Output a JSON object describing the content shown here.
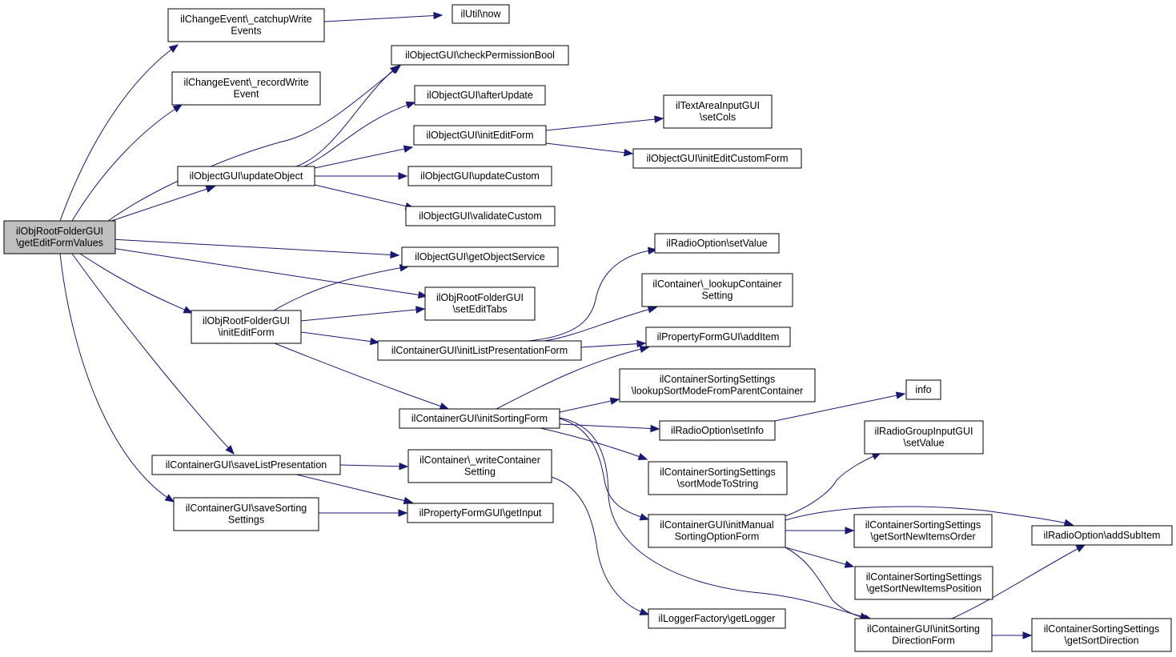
{
  "diagram": {
    "colors": {
      "edge": "#191970",
      "root_fill": "#bfbfbf",
      "node_fill": "#ffffff",
      "node_border": "#000000"
    },
    "nodes": [
      {
        "id": "root",
        "lines": [
          "ilObjRootFolderGUI",
          "\\getEditFormValues"
        ],
        "root": true
      },
      {
        "id": "catchup",
        "lines": [
          "ilChangeEvent\\_catchupWrite",
          "Events"
        ]
      },
      {
        "id": "now",
        "lines": [
          "ilUtil\\now"
        ]
      },
      {
        "id": "recordWrite",
        "lines": [
          "ilChangeEvent\\_recordWrite",
          "Event"
        ]
      },
      {
        "id": "checkPerm",
        "lines": [
          "ilObjectGUI\\checkPermissionBool"
        ]
      },
      {
        "id": "afterUpdate",
        "lines": [
          "ilObjectGUI\\afterUpdate"
        ]
      },
      {
        "id": "initEditFormObj",
        "lines": [
          "ilObjectGUI\\initEditForm"
        ]
      },
      {
        "id": "setCols",
        "lines": [
          "ilTextAreaInputGUI",
          "\\setCols"
        ]
      },
      {
        "id": "initEditCustomForm",
        "lines": [
          "ilObjectGUI\\initEditCustomForm"
        ]
      },
      {
        "id": "updateObject",
        "lines": [
          "ilObjectGUI\\updateObject"
        ]
      },
      {
        "id": "updateCustom",
        "lines": [
          "ilObjectGUI\\updateCustom"
        ]
      },
      {
        "id": "validateCustom",
        "lines": [
          "ilObjectGUI\\validateCustom"
        ]
      },
      {
        "id": "getObjectService",
        "lines": [
          "ilObjectGUI\\getObjectService"
        ]
      },
      {
        "id": "setEditTabs",
        "lines": [
          "ilObjRootFolderGUI",
          "\\setEditTabs"
        ]
      },
      {
        "id": "initEditFormRoot",
        "lines": [
          "ilObjRootFolderGUI",
          "\\initEditForm"
        ]
      },
      {
        "id": "radioSetValue",
        "lines": [
          "ilRadioOption\\setValue"
        ]
      },
      {
        "id": "lookupContainer",
        "lines": [
          "ilContainer\\_lookupContainer",
          "Setting"
        ]
      },
      {
        "id": "initListPres",
        "lines": [
          "ilContainerGUI\\initListPresentationForm"
        ]
      },
      {
        "id": "addItem",
        "lines": [
          "ilPropertyFormGUI\\addItem"
        ]
      },
      {
        "id": "lookupSortMode",
        "lines": [
          "ilContainerSortingSettings",
          "\\lookupSortModeFromParentContainer"
        ]
      },
      {
        "id": "info",
        "lines": [
          "info"
        ]
      },
      {
        "id": "initSortingForm",
        "lines": [
          "ilContainerGUI\\initSortingForm"
        ]
      },
      {
        "id": "setInfo",
        "lines": [
          "ilRadioOption\\setInfo"
        ]
      },
      {
        "id": "radioGroupSetValue",
        "lines": [
          "ilRadioGroupInputGUI",
          "\\setValue"
        ]
      },
      {
        "id": "saveListPres",
        "lines": [
          "ilContainerGUI\\saveListPresentation"
        ]
      },
      {
        "id": "writeContainer",
        "lines": [
          "ilContainer\\_writeContainer",
          "Setting"
        ]
      },
      {
        "id": "sortModeToString",
        "lines": [
          "ilContainerSortingSettings",
          "\\sortModeToString"
        ]
      },
      {
        "id": "saveSorting",
        "lines": [
          "ilContainerGUI\\saveSorting",
          "Settings"
        ]
      },
      {
        "id": "getInput",
        "lines": [
          "ilPropertyFormGUI\\getInput"
        ]
      },
      {
        "id": "initManual",
        "lines": [
          "ilContainerGUI\\initManual",
          "SortingOptionForm"
        ]
      },
      {
        "id": "getSortNewItemsOrder",
        "lines": [
          "ilContainerSortingSettings",
          "\\getSortNewItemsOrder"
        ]
      },
      {
        "id": "addSubItem",
        "lines": [
          "ilRadioOption\\addSubItem"
        ]
      },
      {
        "id": "getSortNewItemsPosition",
        "lines": [
          "ilContainerSortingSettings",
          "\\getSortNewItemsPosition"
        ]
      },
      {
        "id": "getLogger",
        "lines": [
          "ilLoggerFactory\\getLogger"
        ]
      },
      {
        "id": "initSortingDirection",
        "lines": [
          "ilContainerGUI\\initSorting",
          "DirectionForm"
        ]
      },
      {
        "id": "getSortDirection",
        "lines": [
          "ilContainerSortingSettings",
          "\\getSortDirection"
        ]
      }
    ],
    "edges": [
      [
        "root",
        "catchup"
      ],
      [
        "catchup",
        "now"
      ],
      [
        "root",
        "recordWrite"
      ],
      [
        "root",
        "checkPerm"
      ],
      [
        "root",
        "updateObject"
      ],
      [
        "updateObject",
        "checkPerm"
      ],
      [
        "updateObject",
        "afterUpdate"
      ],
      [
        "updateObject",
        "initEditFormObj"
      ],
      [
        "updateObject",
        "updateCustom"
      ],
      [
        "updateObject",
        "validateCustom"
      ],
      [
        "initEditFormObj",
        "setCols"
      ],
      [
        "initEditFormObj",
        "initEditCustomForm"
      ],
      [
        "root",
        "getObjectService"
      ],
      [
        "root",
        "setEditTabs"
      ],
      [
        "root",
        "initEditFormRoot"
      ],
      [
        "root",
        "saveListPres"
      ],
      [
        "root",
        "saveSorting"
      ],
      [
        "initEditFormRoot",
        "getObjectService"
      ],
      [
        "initEditFormRoot",
        "setEditTabs"
      ],
      [
        "initEditFormRoot",
        "initListPres"
      ],
      [
        "initEditFormRoot",
        "initSortingForm"
      ],
      [
        "initListPres",
        "radioSetValue"
      ],
      [
        "initListPres",
        "lookupContainer"
      ],
      [
        "initListPres",
        "addItem"
      ],
      [
        "initSortingForm",
        "addItem"
      ],
      [
        "initSortingForm",
        "lookupSortMode"
      ],
      [
        "initSortingForm",
        "setInfo"
      ],
      [
        "initSortingForm",
        "sortModeToString"
      ],
      [
        "initSortingForm",
        "initManual"
      ],
      [
        "initSortingForm",
        "initSortingDirection"
      ],
      [
        "setInfo",
        "info"
      ],
      [
        "saveListPres",
        "writeContainer"
      ],
      [
        "saveListPres",
        "getInput"
      ],
      [
        "saveSorting",
        "getInput"
      ],
      [
        "writeContainer",
        "getLogger"
      ],
      [
        "initManual",
        "radioGroupSetValue"
      ],
      [
        "initManual",
        "getSortNewItemsOrder"
      ],
      [
        "initManual",
        "addSubItem"
      ],
      [
        "initManual",
        "getSortNewItemsPosition"
      ],
      [
        "initManual",
        "initSortingDirection"
      ],
      [
        "initSortingDirection",
        "addSubItem"
      ],
      [
        "initSortingDirection",
        "getSortDirection"
      ]
    ]
  }
}
